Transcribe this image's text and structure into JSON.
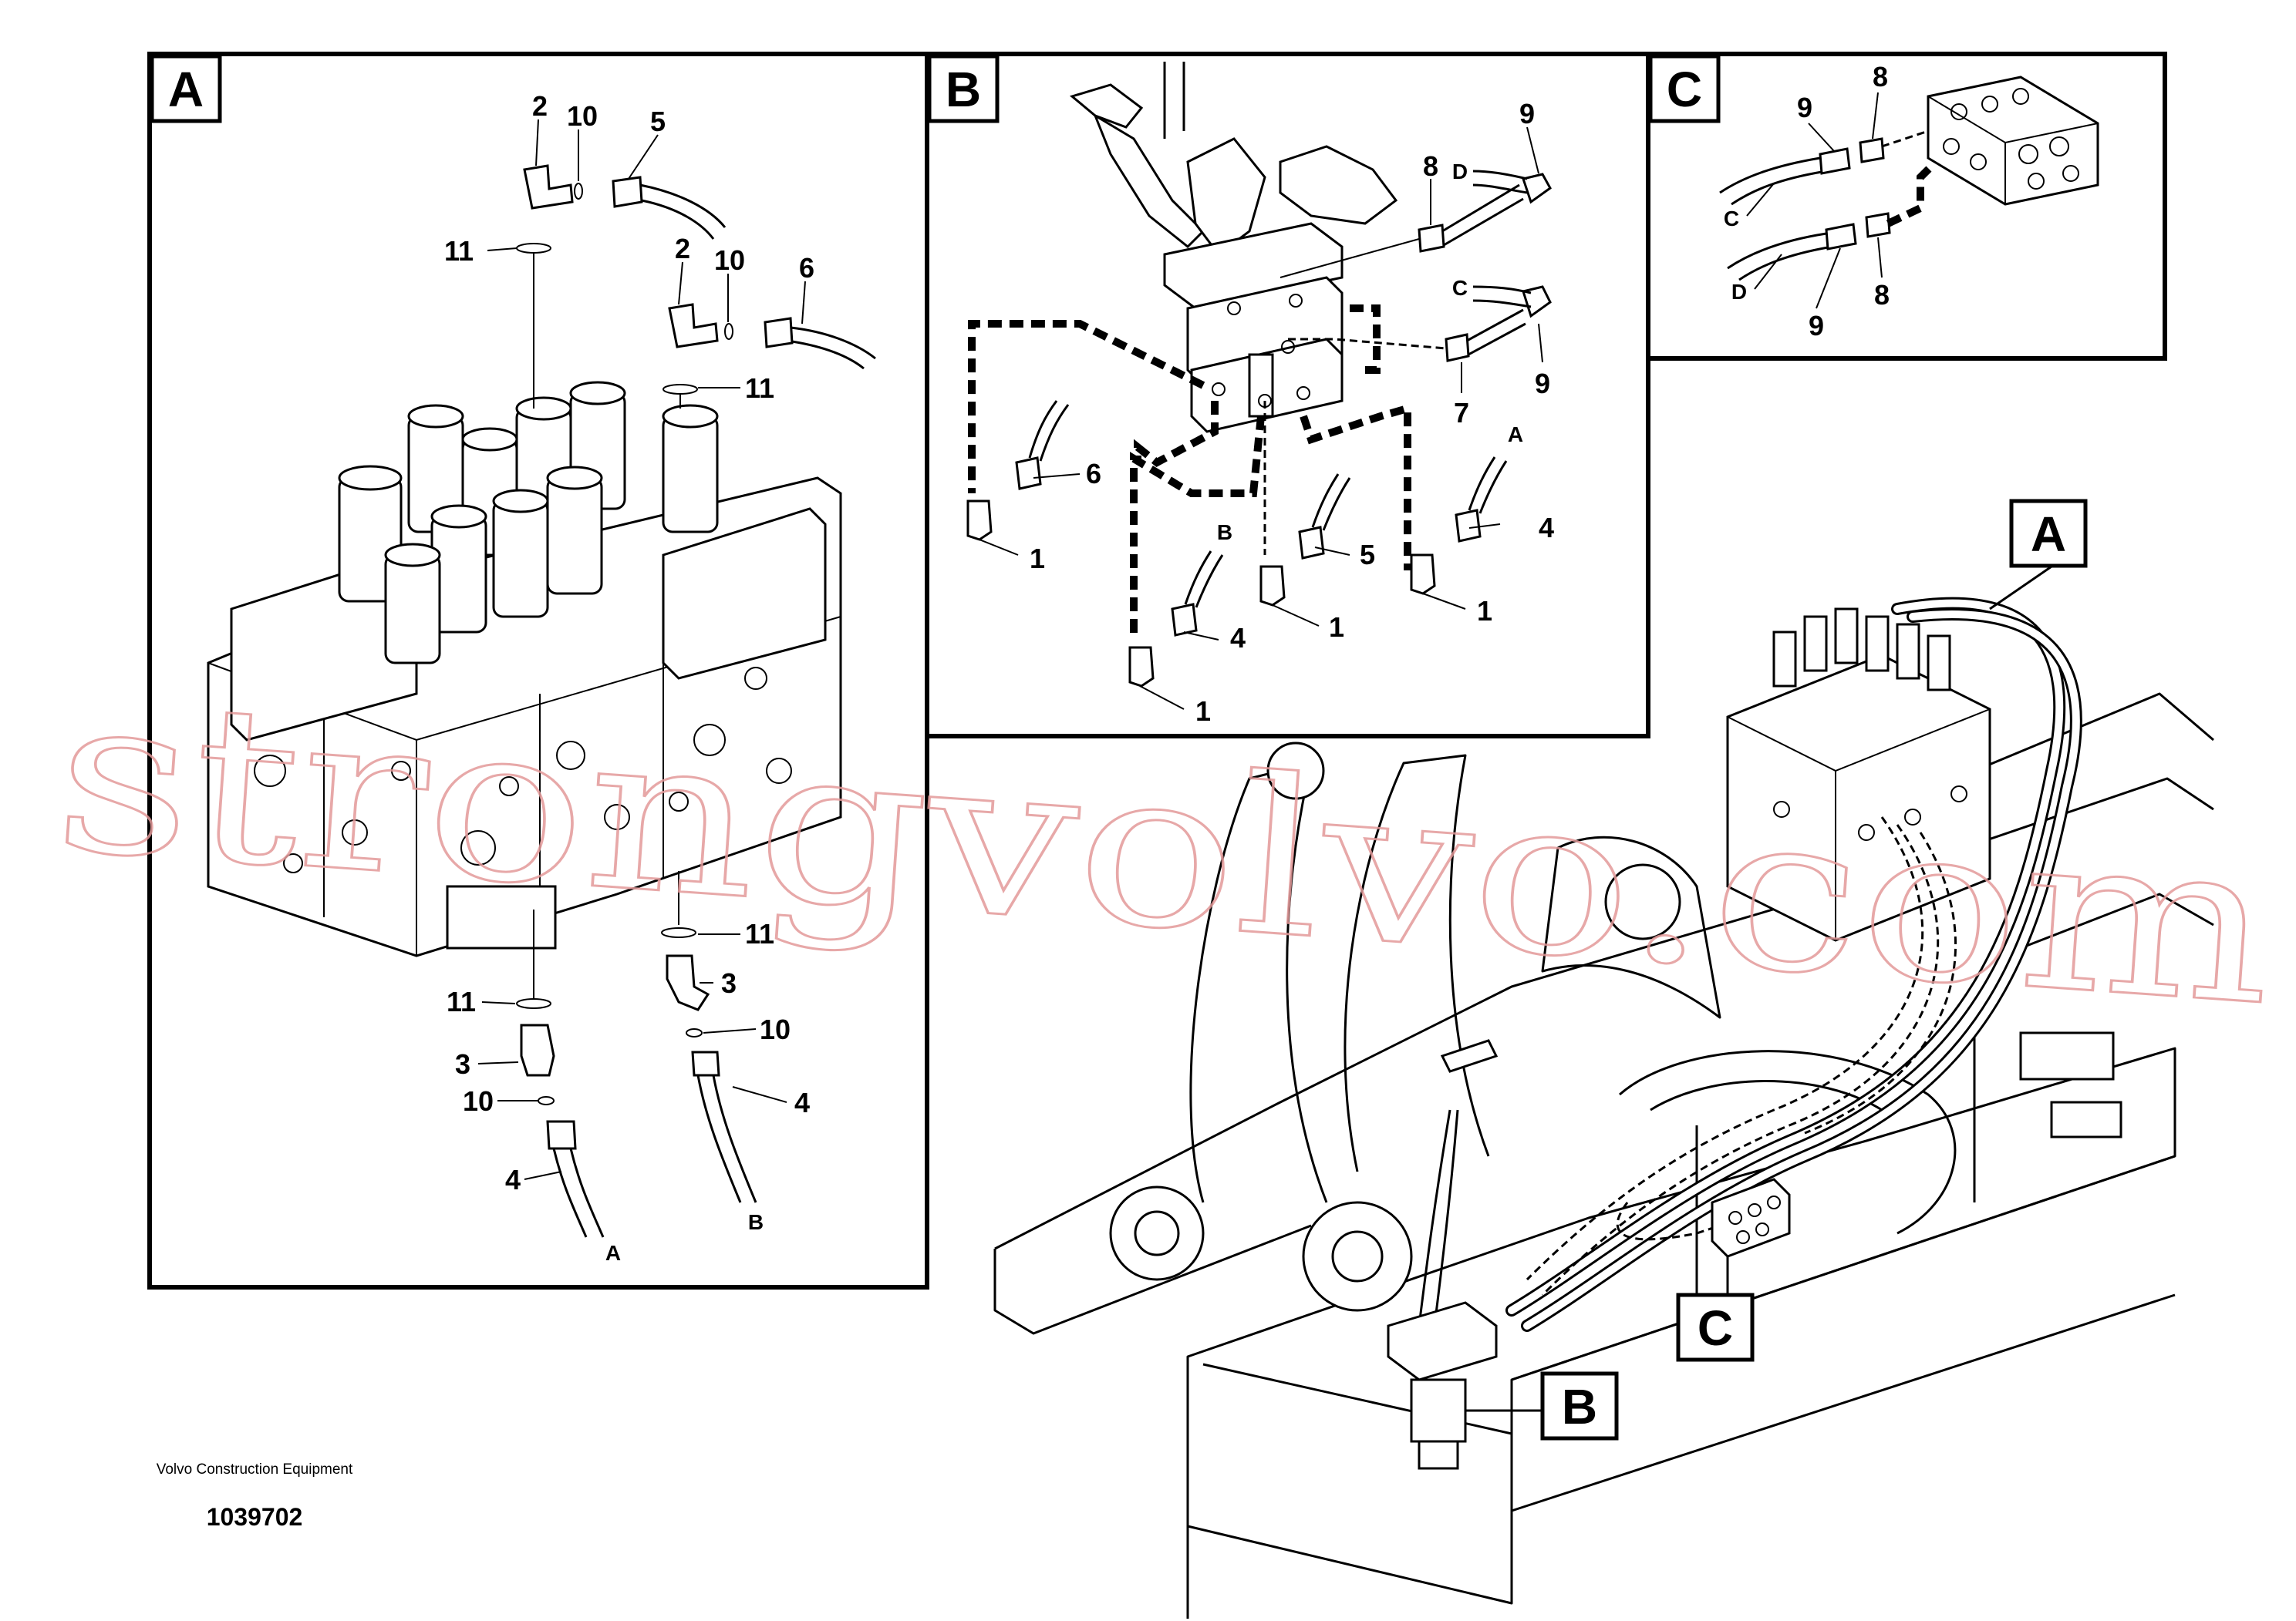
{
  "panels": {
    "a": {
      "letter": "A",
      "callouts": [
        "2",
        "10",
        "5",
        "11",
        "2",
        "10",
        "6",
        "11",
        "11",
        "3",
        "10",
        "4",
        "B",
        "11",
        "3",
        "10",
        "4",
        "A"
      ]
    },
    "b": {
      "letter": "B",
      "callouts": [
        "9",
        "D",
        "8",
        "C",
        "9",
        "7",
        "6",
        "1",
        "B",
        "4",
        "1",
        "5",
        "1",
        "A",
        "4",
        "1"
      ]
    },
    "c": {
      "letter": "C",
      "callouts": [
        "9",
        "8",
        "C",
        "D",
        "9",
        "8"
      ]
    }
  },
  "main_view": {
    "markers": [
      "A",
      "B",
      "C"
    ]
  },
  "watermark": "strongvolvo.com",
  "footer": {
    "maker": "Volvo Construction Equipment",
    "drawing_number": "1039702"
  }
}
